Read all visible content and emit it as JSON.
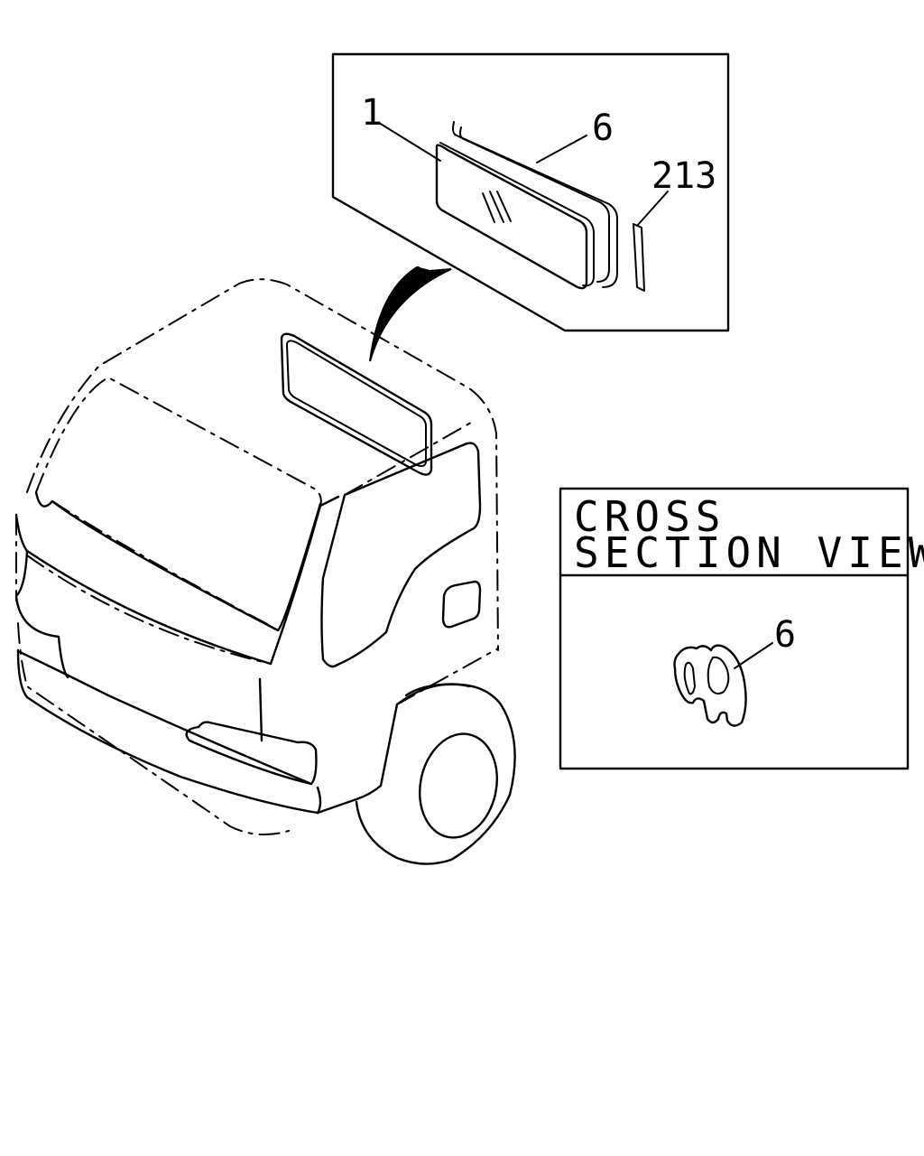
{
  "callouts": {
    "glass": "1",
    "weatherstrip": "6",
    "sealant": "213",
    "cross_section_weatherstrip": "6"
  },
  "cross_section": {
    "title_line1": "CROSS",
    "title_line2": "SECTION VIEW"
  }
}
